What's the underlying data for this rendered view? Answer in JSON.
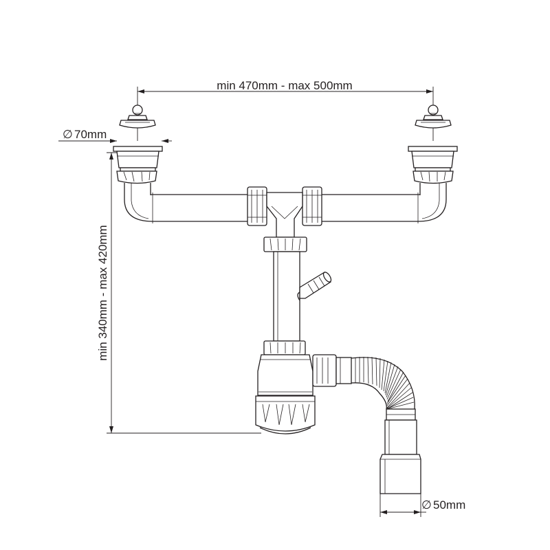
{
  "labels": {
    "width_range": "min 470mm - max 500mm",
    "height_range": "min 340mm - max 420mm",
    "strainer_diameter": "70mm",
    "outlet_diameter": "50mm"
  },
  "symbols": {
    "diameter": "∅"
  },
  "colors": {
    "line": "#231f20",
    "background": "#ffffff"
  }
}
